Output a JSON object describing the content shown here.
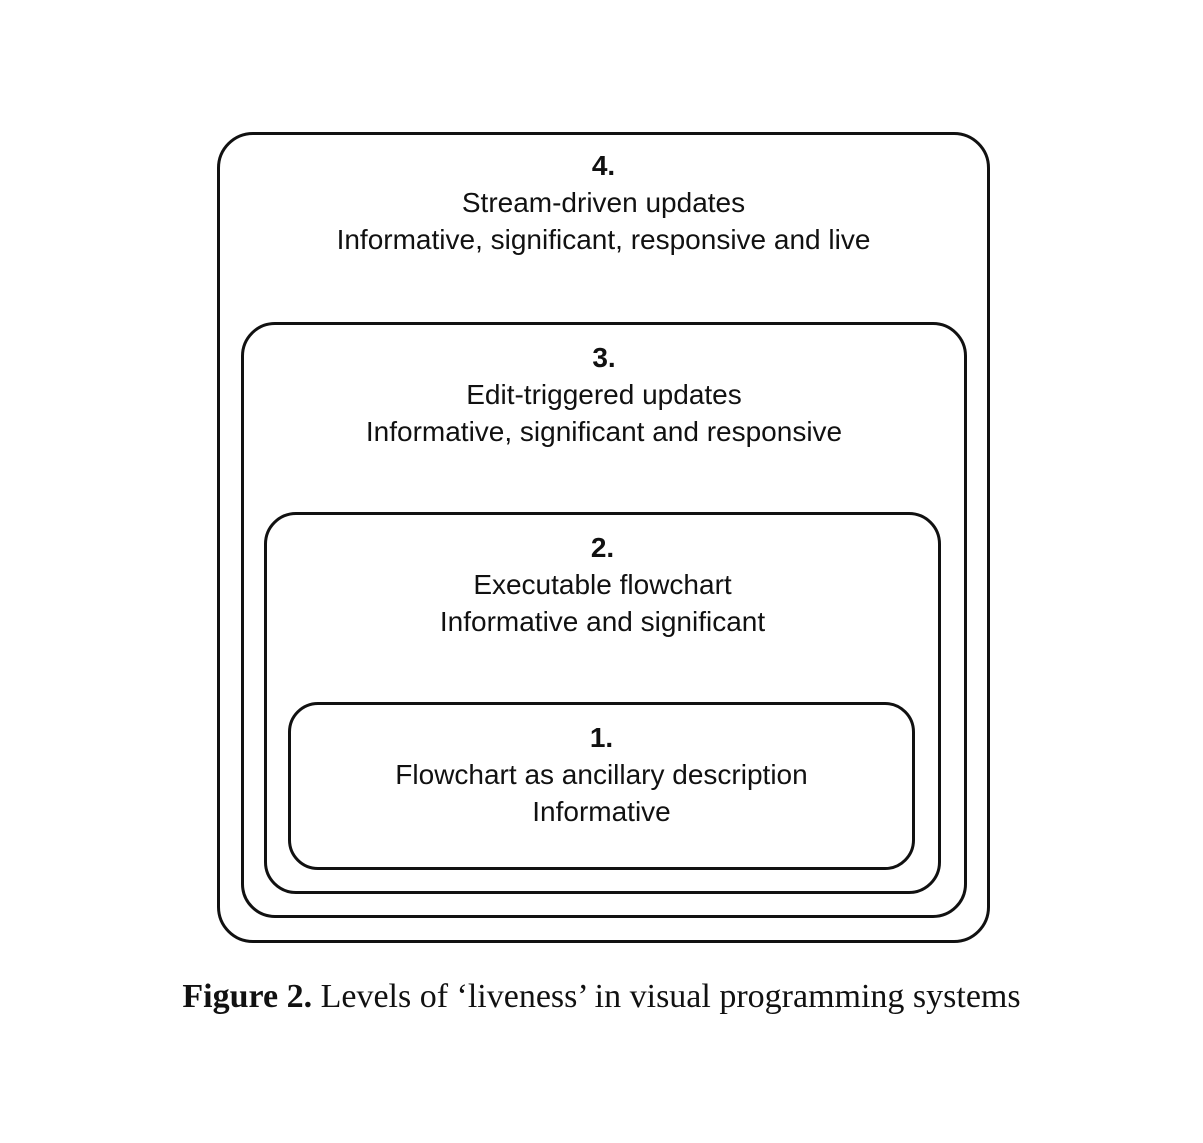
{
  "diagram": {
    "levels": [
      {
        "number": "4.",
        "title": "Stream-driven updates",
        "description": "Informative, significant, responsive and live"
      },
      {
        "number": "3.",
        "title": "Edit-triggered updates",
        "description": "Informative, significant and responsive"
      },
      {
        "number": "2.",
        "title": "Executable flowchart",
        "description": "Informative and significant"
      },
      {
        "number": "1.",
        "title": "Flowchart as ancillary description",
        "description": "Informative"
      }
    ]
  },
  "caption": {
    "figure_number": "Figure 2.",
    "text": "Levels of ‘liveness’ in visual programming systems"
  }
}
